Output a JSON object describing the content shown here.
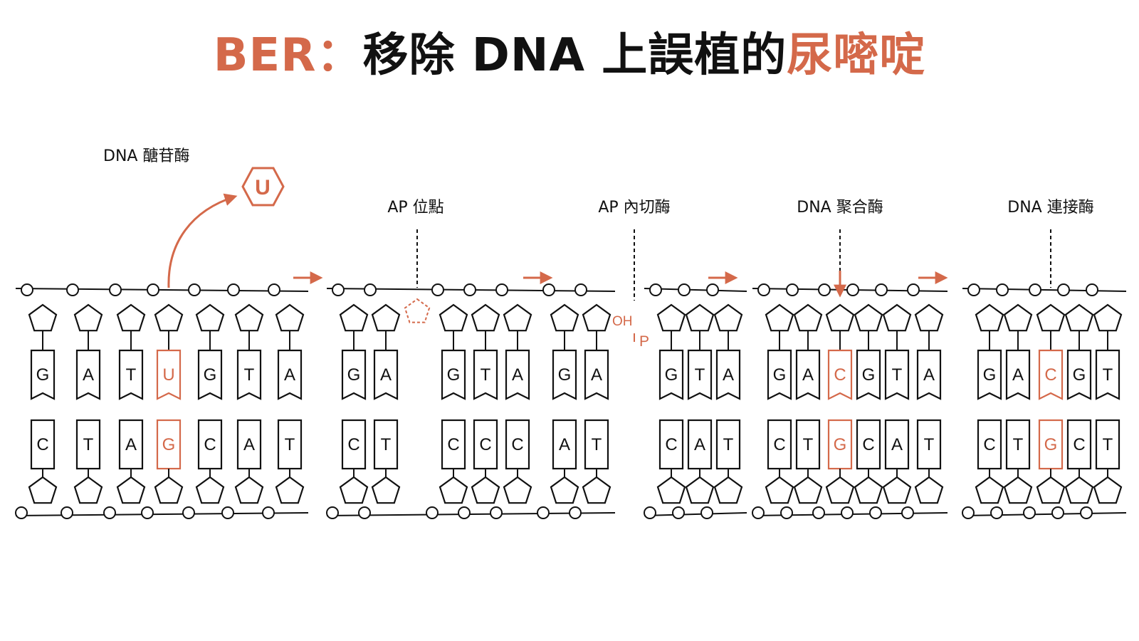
{
  "colors": {
    "accent": "#d4694a",
    "ink": "#111111",
    "paper": "#ffffff"
  },
  "title": {
    "part1": "BER：",
    "part2": "移除 DNA 上誤植的",
    "part3": "尿嘧啶"
  },
  "labels": {
    "glycosylase": "DNA 醣苷酶",
    "ap_site": "AP 位點",
    "ap_endonuclease": "AP 內切酶",
    "polymerase": "DNA 聚合酶",
    "ligase": "DNA 連接酶",
    "removed_base": "U",
    "oh": "OH",
    "p": "P"
  },
  "stages": [
    {
      "top": [
        "G",
        "A",
        "T",
        "U",
        "G",
        "T",
        "A"
      ],
      "bottom": [
        "C",
        "T",
        "A",
        "G",
        "C",
        "A",
        "T"
      ],
      "highlight": [
        3
      ]
    },
    {
      "top": [
        "G",
        "A",
        null,
        "G",
        "T",
        "A",
        "G",
        "A"
      ],
      "bottom": [
        "C",
        "T",
        "C",
        "C",
        "C",
        "A",
        "T"
      ],
      "highlight": []
    },
    {
      "top": [
        "G",
        "T",
        "A"
      ],
      "bottom": [
        "C",
        "A",
        "T"
      ],
      "highlight": []
    },
    {
      "top": [
        "G",
        "A",
        "C",
        "G",
        "T",
        "A"
      ],
      "bottom": [
        "C",
        "T",
        "G",
        "C",
        "A",
        "T"
      ],
      "highlight": [
        2
      ]
    },
    {
      "top": [
        "G",
        "A",
        "C",
        "G",
        "T"
      ],
      "bottom": [
        "C",
        "T",
        "G",
        "C",
        "T"
      ],
      "highlight": [
        2
      ]
    }
  ]
}
